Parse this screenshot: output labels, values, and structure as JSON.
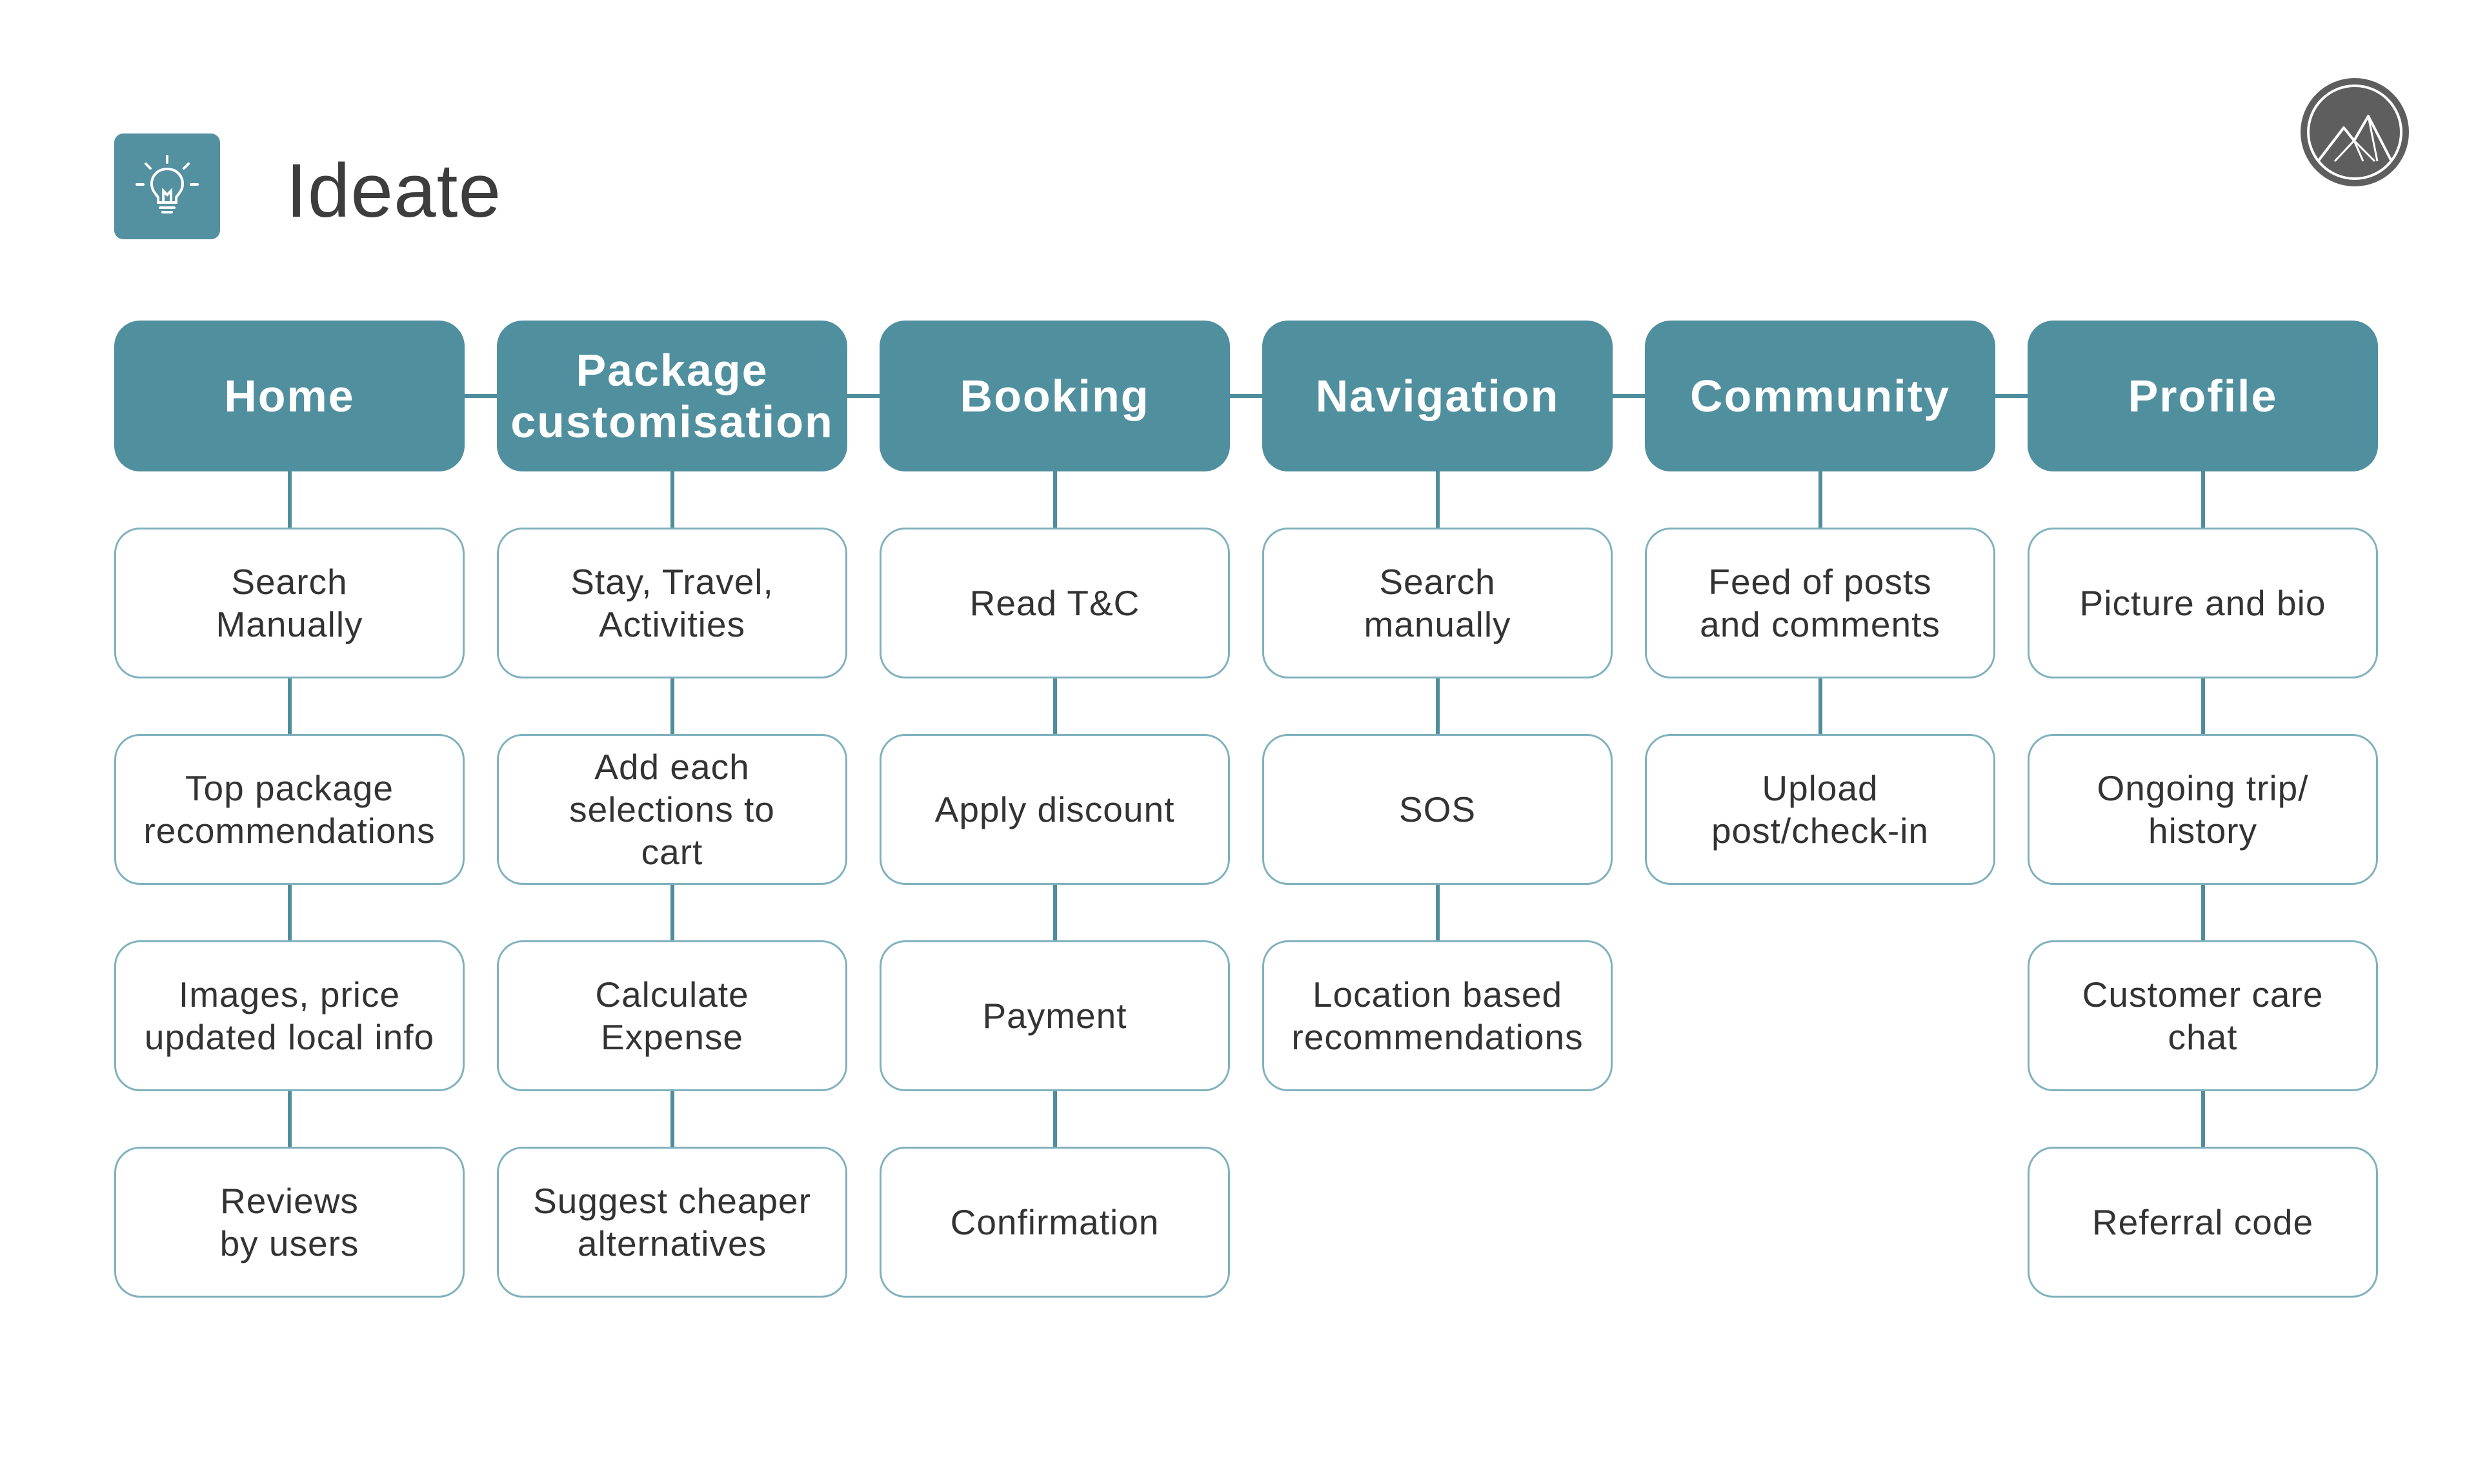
{
  "page": {
    "title": "Ideate",
    "icon": "lightbulb-icon",
    "logo_icon": "mountain-logo-icon"
  },
  "colors": {
    "accent": "#508f9e",
    "node_border": "#7fb1bd",
    "title_text": "#3d3d3d",
    "logo_bg": "#5e5e5e"
  },
  "columns": [
    {
      "title": "Home",
      "items": [
        "Search\nManually",
        "Top package\nrecommendations",
        "Images, price\nupdated local info",
        "Reviews\nby users"
      ]
    },
    {
      "title": "Package\ncustomisation",
      "items": [
        "Stay, Travel,\nActivities",
        "Add each\nselections to\ncart",
        "Calculate\nExpense",
        "Suggest cheaper\nalternatives"
      ]
    },
    {
      "title": "Booking",
      "items": [
        "Read T&C",
        "Apply discount",
        "Payment",
        "Confirmation"
      ]
    },
    {
      "title": "Navigation",
      "items": [
        "Search\nmanually",
        "SOS",
        "Location based\nrecommendations"
      ]
    },
    {
      "title": "Community",
      "items": [
        "Feed of posts\nand comments",
        "Upload\npost/check-in"
      ]
    },
    {
      "title": "Profile",
      "items": [
        "Picture and bio",
        "Ongoing trip/\nhistory",
        "Customer care\nchat",
        "Referral code"
      ]
    }
  ]
}
